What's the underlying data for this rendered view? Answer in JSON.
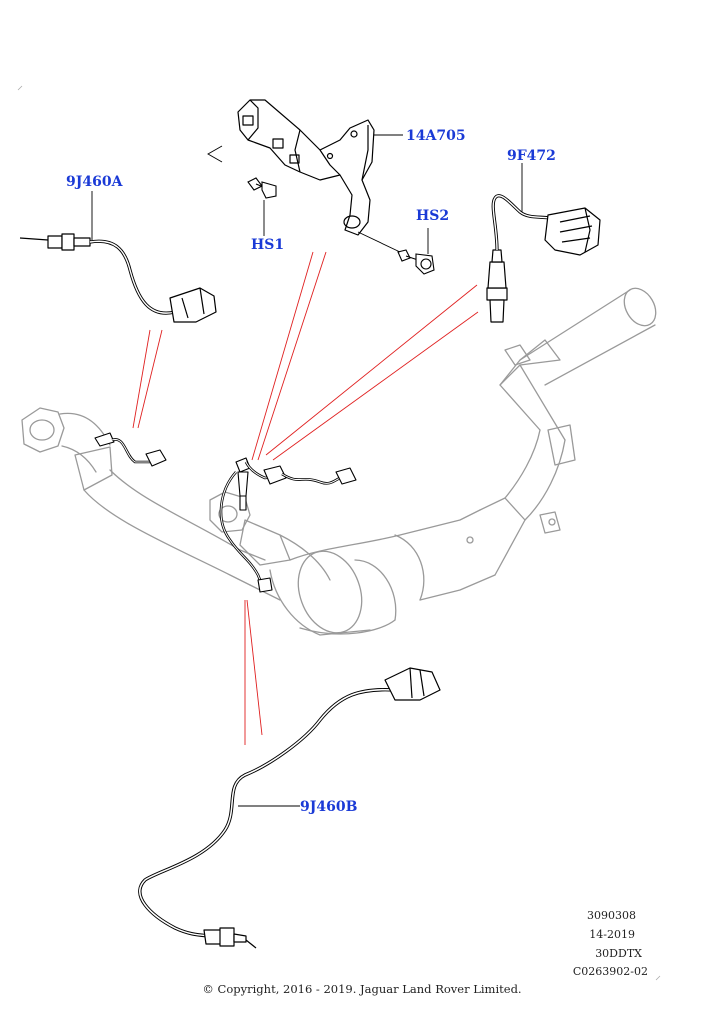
{
  "callouts": {
    "bracket": "14A705",
    "sensor_upper_right": "9F472",
    "sensor_upper_left": "9J460A",
    "sensor_lower": "9J460B",
    "screw_1": "HS1",
    "screw_2": "HS2"
  },
  "info_block": {
    "line1": "3090308",
    "line2": "14-2019",
    "line3": "30DDTX",
    "line4": "C0263902-02"
  },
  "copyright": "© Copyright, 2016 - 2019. Jaguar Land Rover Limited.",
  "colors": {
    "callout_text": "#1a3ad6",
    "leader_line": "#e02020",
    "drawing_line": "#000000",
    "ghost_line": "#9a9a9a"
  }
}
